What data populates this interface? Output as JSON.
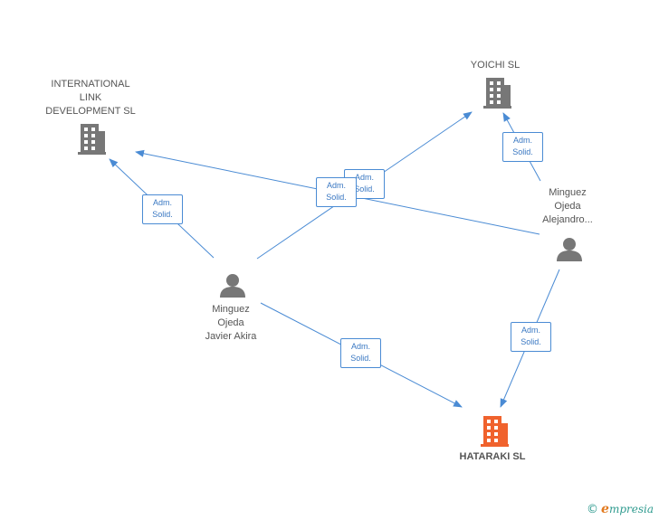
{
  "diagram": {
    "nodes": {
      "international": {
        "label": "INTERNATIONAL\nLINK\nDEVELOPMENT SL",
        "type": "company",
        "color": "#777777"
      },
      "yoichi": {
        "label": "YOICHI SL",
        "type": "company",
        "color": "#777777"
      },
      "hataraki": {
        "label": "HATARAKI SL",
        "type": "company",
        "color": "#f0622d"
      },
      "javier": {
        "label": "Minguez\nOjeda\nJavier Akira",
        "type": "person",
        "color": "#777777"
      },
      "alejandro": {
        "label": "Minguez\nOjeda\nAlejandro...",
        "type": "person",
        "color": "#777777"
      }
    },
    "edges": [
      {
        "id": "e1",
        "from": "javier",
        "to": "international",
        "label1": "Adm.",
        "label2": "Solid."
      },
      {
        "id": "e2",
        "from": "javier",
        "to": "yoichi",
        "label1": "Adm.",
        "label2": "Solid."
      },
      {
        "id": "e3",
        "from": "javier",
        "to": "hataraki",
        "label1": "Adm.",
        "label2": "Solid."
      },
      {
        "id": "e4",
        "from": "alejandro",
        "to": "international",
        "label1": "Adm.",
        "label2": "Solid."
      },
      {
        "id": "e5",
        "from": "alejandro",
        "to": "yoichi",
        "label1": "Adm.",
        "label2": "Solid."
      },
      {
        "id": "e6",
        "from": "alejandro",
        "to": "hataraki",
        "label1": "Adm.",
        "label2": "Solid."
      }
    ],
    "edge_color": "#4a8bd4"
  },
  "footer": {
    "copyright": "©",
    "brand_initial": "e",
    "brand_rest": "mpresia"
  }
}
